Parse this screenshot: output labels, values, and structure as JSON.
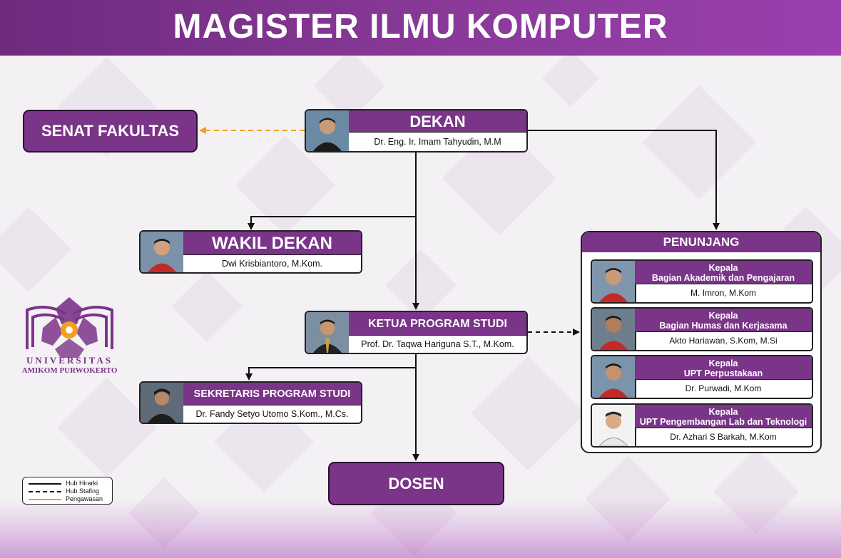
{
  "header": {
    "title": "MAGISTER ILMU KOMPUTER"
  },
  "senat": {
    "label": "SENAT FAKULTAS"
  },
  "dekan": {
    "title": "DEKAN",
    "name": "Dr. Eng. Ir. Imam Tahyudin, M.M"
  },
  "wakil_dekan": {
    "title": "WAKIL DEKAN",
    "name": "Dwi Krisbiantoro, M.Kom."
  },
  "ketua_prodi": {
    "title": "KETUA PROGRAM STUDI",
    "name": "Prof. Dr. Taqwa Hariguna S.T., M.Kom."
  },
  "sekretaris_prodi": {
    "title": "SEKRETARIS PROGRAM STUDI",
    "name": "Dr. Fandy Setyo Utomo S.Kom., M.Cs."
  },
  "dosen": {
    "label": "DOSEN"
  },
  "penunjang": {
    "title": "PENUNJANG",
    "items": [
      {
        "line1": "Kepala",
        "line2": "Bagian Akademik dan Pengajaran",
        "name": "M. Imron, M.Kom"
      },
      {
        "line1": "Kepala",
        "line2": "Bagian Humas dan Kerjasama",
        "name": "Akto Hariawan, S.Kom, M.Si"
      },
      {
        "line1": "Kepala",
        "line2": "UPT Perpustakaan",
        "name": "Dr. Purwadi, M.Kom"
      },
      {
        "line1": "Kepala",
        "line2": "UPT Pengembangan Lab dan Teknologi",
        "name": "Dr. Azhari S Barkah, M.Kom"
      }
    ]
  },
  "logo": {
    "line1": "UNIVERSITAS",
    "line2": "AMIKOM PURWOKERTO"
  },
  "legend": {
    "items": [
      {
        "label": "Hub Hirarki",
        "style": "solid",
        "color": "#111111"
      },
      {
        "label": "Hub Stafing",
        "style": "dashed",
        "color": "#111111"
      },
      {
        "label": "Pengawasan",
        "style": "solid",
        "color": "#f2a01b"
      }
    ]
  },
  "colors": {
    "primary": "#7a3488",
    "header": "#8a3a99",
    "supervision": "#f2a01b",
    "line": "#111111"
  }
}
